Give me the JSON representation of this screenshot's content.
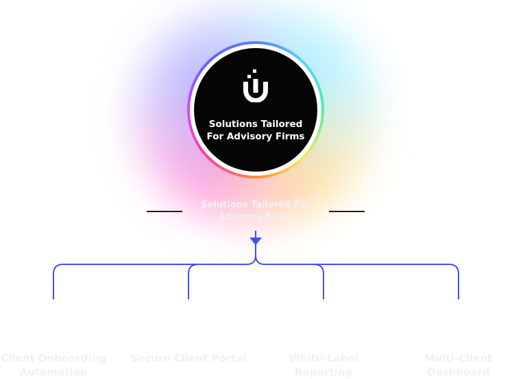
{
  "hub": {
    "title": "Solutions Tailored For Advisory Firms",
    "logo_icon": "u-magnet-logo-icon"
  },
  "subtitle": "Solutions Tailored For Advisory Firms",
  "branches": [
    {
      "label": "Client Onboarding Automation"
    },
    {
      "label": "Secure Client Portal"
    },
    {
      "label": "White-Label Reporting"
    },
    {
      "label": "Multi-Client Dashboard"
    }
  ],
  "colors": {
    "hub_background": "#050505",
    "connector": "#3f4ff5",
    "faded_text": "#f1f1f4"
  }
}
